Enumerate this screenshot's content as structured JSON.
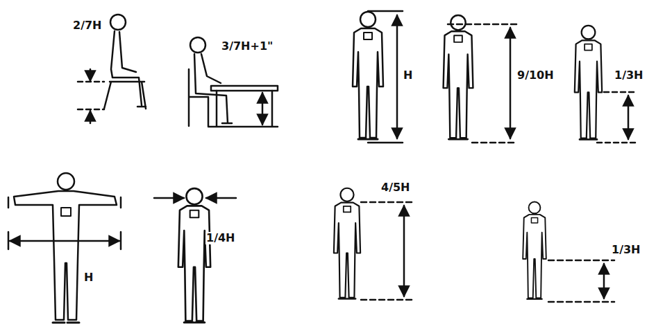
{
  "diagram": {
    "labels": [
      "2/7H",
      "3/7H+1\"",
      "H",
      "9/10H",
      "1/3H",
      "H",
      "1/4H",
      "4/5H",
      "1/3H"
    ]
  }
}
